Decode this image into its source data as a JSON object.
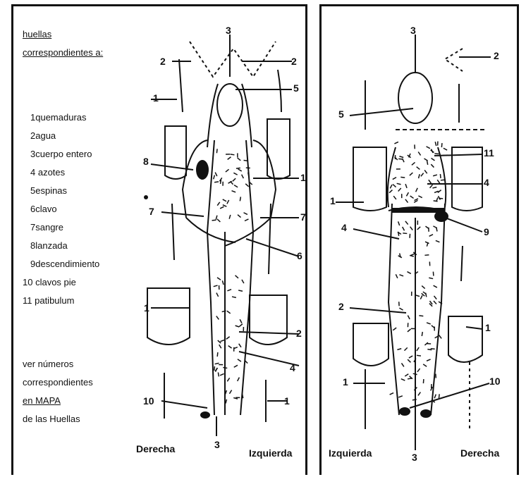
{
  "legend": {
    "heading": "huellas",
    "subheading": "correspondientes a:",
    "items": [
      "1quemaduras",
      "2agua",
      "3cuerpo entero",
      "4 azotes",
      "5espinas",
      "6clavo",
      "7sangre",
      "8lanzada",
      "9descendimiento",
      "10 clavos pie",
      "11 patibulum"
    ],
    "note": [
      "ver números",
      "correspondientes",
      "en MAPA",
      "de las Huellas"
    ]
  },
  "front": {
    "right_label": "Derecha",
    "left_label": "Izquierda",
    "markers": [
      "3",
      "2",
      "2",
      "5",
      "1",
      "8",
      "1",
      "7",
      "7",
      "6",
      "1",
      "2",
      "4",
      "10",
      "1",
      "3"
    ]
  },
  "back": {
    "left_label": "Izquierda",
    "right_label": "Derecha",
    "markers": [
      "3",
      "2",
      "5",
      "11",
      "4",
      "1",
      "4",
      "9",
      "2",
      "1",
      "1",
      "10",
      "3"
    ]
  }
}
